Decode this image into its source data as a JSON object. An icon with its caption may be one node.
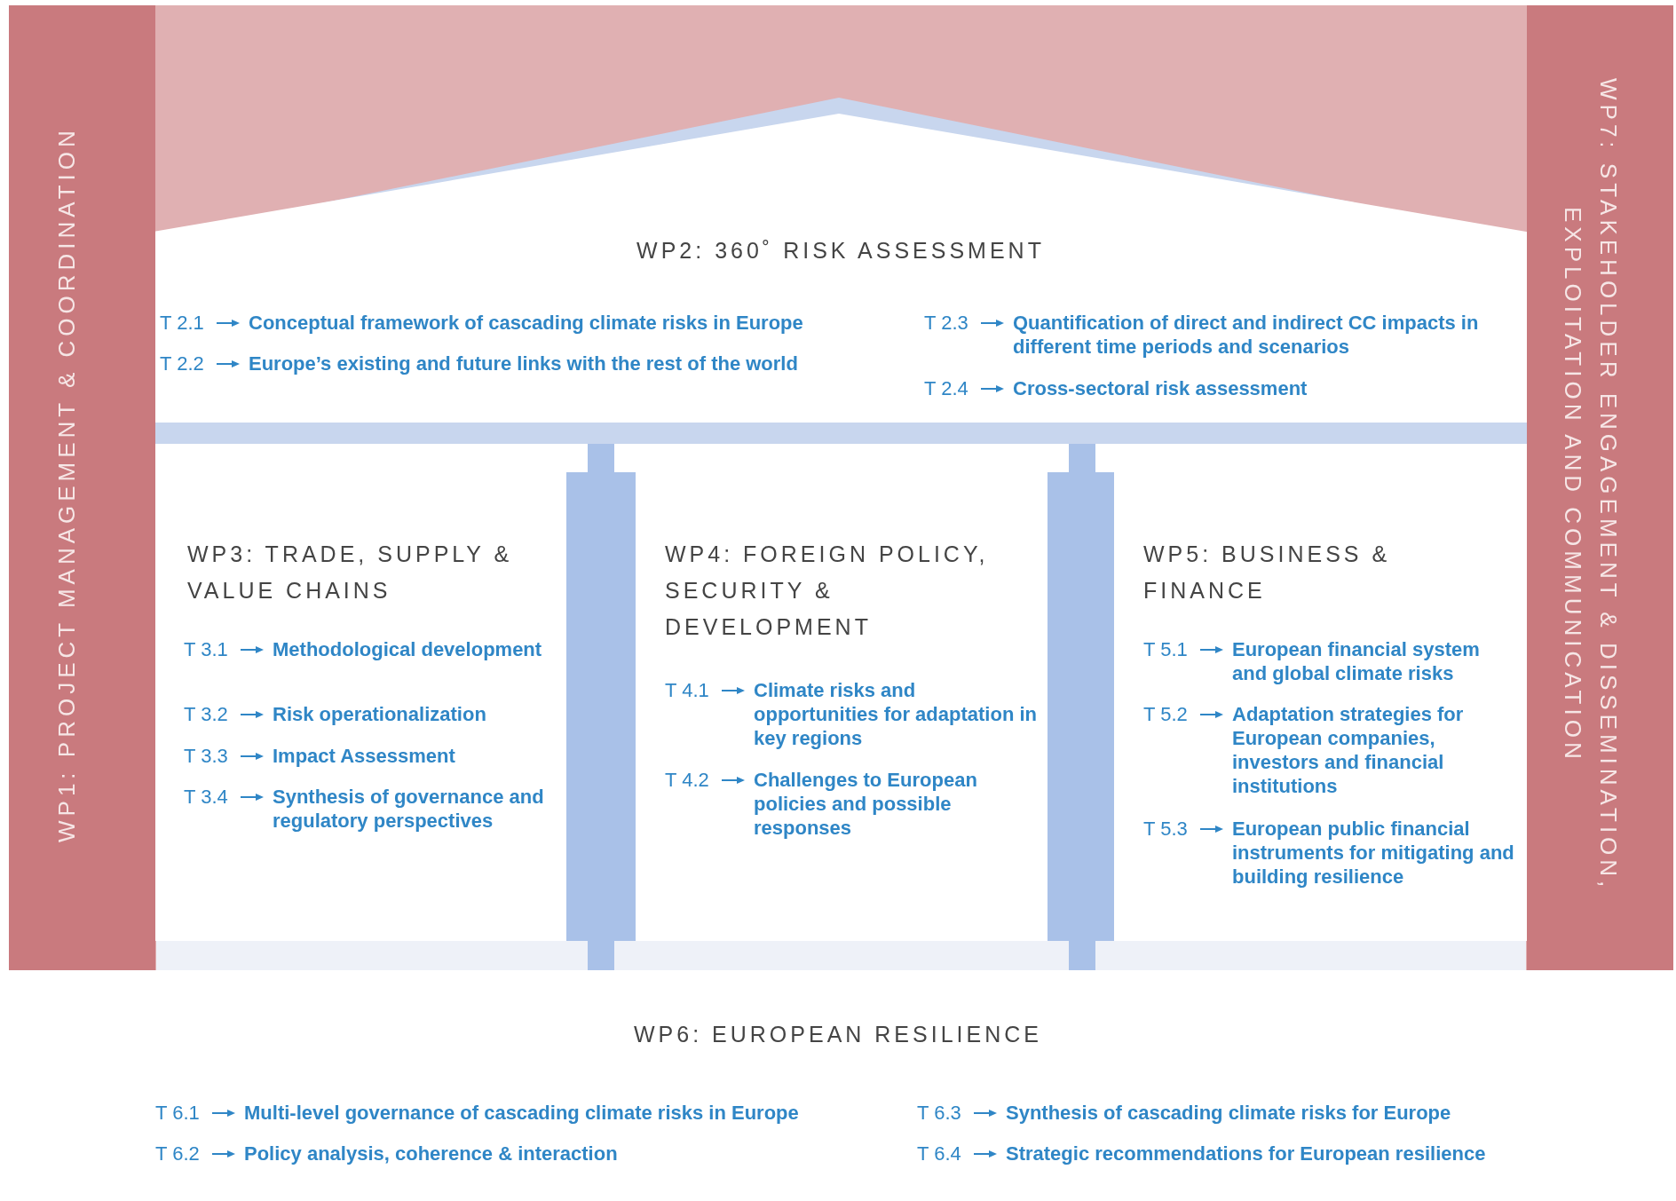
{
  "diagram": {
    "nodes": [
      {
        "text": [
          "WP1: PROJECT MANAGEMENT & COORDINATION"
        ]
      },
      {
        "text": [
          "WP2: 360˚ RISK ASSESSMENT"
        ]
      },
      {
        "text": [
          "T 2.1",
          "Conceptual framework of cascading climate risks in Europe"
        ],
        "in": 1
      },
      {
        "text": [
          "T 2.2",
          "Europe’s existing and future links with the rest of the world"
        ],
        "in": 1
      },
      {
        "text": [
          "T 2.3",
          "Quantification of direct and indirect CC impacts in different time periods and scenarios"
        ],
        "in": 1
      },
      {
        "text": [
          "T 2.4",
          "Cross-sectoral risk assessment"
        ],
        "in": 1
      },
      {
        "text": [
          "WP3: TRADE, SUPPLY & VALUE CHAINS"
        ]
      },
      {
        "text": [
          "T 3.1",
          "Methodological development"
        ],
        "in": 6
      },
      {
        "text": [
          "T 3.2",
          "Risk operationalization"
        ],
        "in": 6
      },
      {
        "text": [
          "T 3.3",
          "Impact Assessment"
        ],
        "in": 6
      },
      {
        "text": [
          "T 3.4",
          "Synthesis of governance and regulatory perspectives"
        ],
        "in": 6
      },
      {
        "text": [
          "WP4: FOREIGN POLICY, SECURITY & DEVELOPMENT"
        ]
      },
      {
        "text": [
          "T 4.1",
          "Climate risks and opportunities for adaptation in key regions"
        ],
        "in": 11
      },
      {
        "text": [
          "T 4.2",
          "Challenges to European policies and possible responses"
        ],
        "in": 11
      },
      {
        "text": [
          "WP5: BUSINESS & FINANCE"
        ]
      },
      {
        "text": [
          "T 5.1",
          "European financial system and global climate risks"
        ],
        "in": 14
      },
      {
        "text": [
          "T 5.2",
          "Adaptation strategies for European companies, investors and financial institutions"
        ],
        "in": 14
      },
      {
        "text": [
          "T 5.3",
          "European public financial instruments for mitigating and building resilience"
        ],
        "in": 14
      },
      {
        "text": [
          "WP6: EUROPEAN RESILIENCE"
        ]
      },
      {
        "text": [
          "T 6.1",
          "Multi-level governance of cascading climate risks in Europe"
        ],
        "in": 18
      },
      {
        "text": [
          "T 6.2",
          "Policy analysis, coherence & interaction"
        ],
        "in": 18
      },
      {
        "text": [
          "T 6.3",
          "Synthesis of cascading climate risks for Europe"
        ],
        "in": 18
      },
      {
        "text": [
          "T 6.4",
          "Strategic recommendations for European resilience"
        ],
        "in": 18
      },
      {
        "text": [
          "WP7: STAKEHOLDER ENGAGEMENT & DISSEMINATION, EXPLOITATION AND COMMUNICATION"
        ]
      }
    ]
  }
}
